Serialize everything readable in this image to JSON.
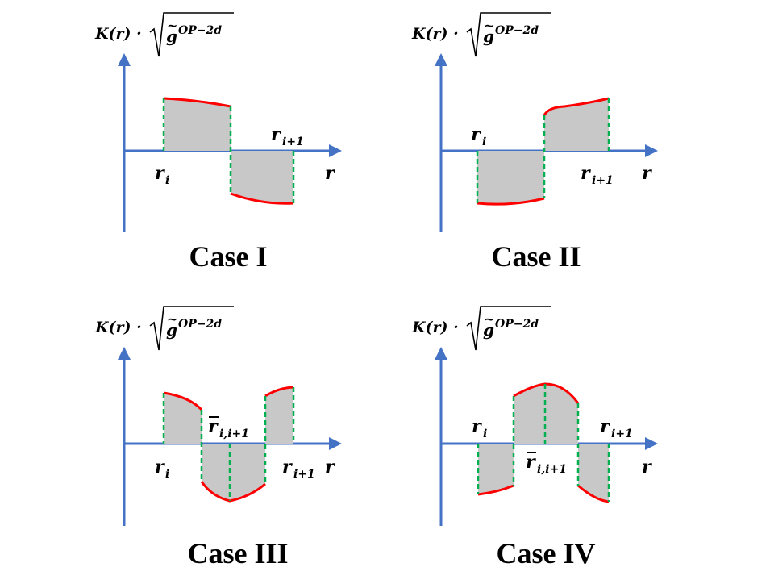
{
  "ylabel": {
    "prefix": "K(r) · ",
    "g": "g",
    "tilde": "~",
    "superscript": "OP−2d"
  },
  "xlabel": "r",
  "labels": {
    "r_i": "r",
    "r_i_sub": "i",
    "r_i1": "r",
    "r_i1_sub": "i+1",
    "rbar": "r",
    "rbar_sub": "i,i+1"
  },
  "panels": [
    {
      "id": "case-1",
      "caption": "Case I"
    },
    {
      "id": "case-2",
      "caption": "Case II"
    },
    {
      "id": "case-3",
      "caption": "Case III"
    },
    {
      "id": "case-4",
      "caption": "Case IV"
    }
  ],
  "colors": {
    "axis": "#4472c4",
    "curve": "#ff0000",
    "fill": "#c8c8c8",
    "divider": "#00b050"
  }
}
